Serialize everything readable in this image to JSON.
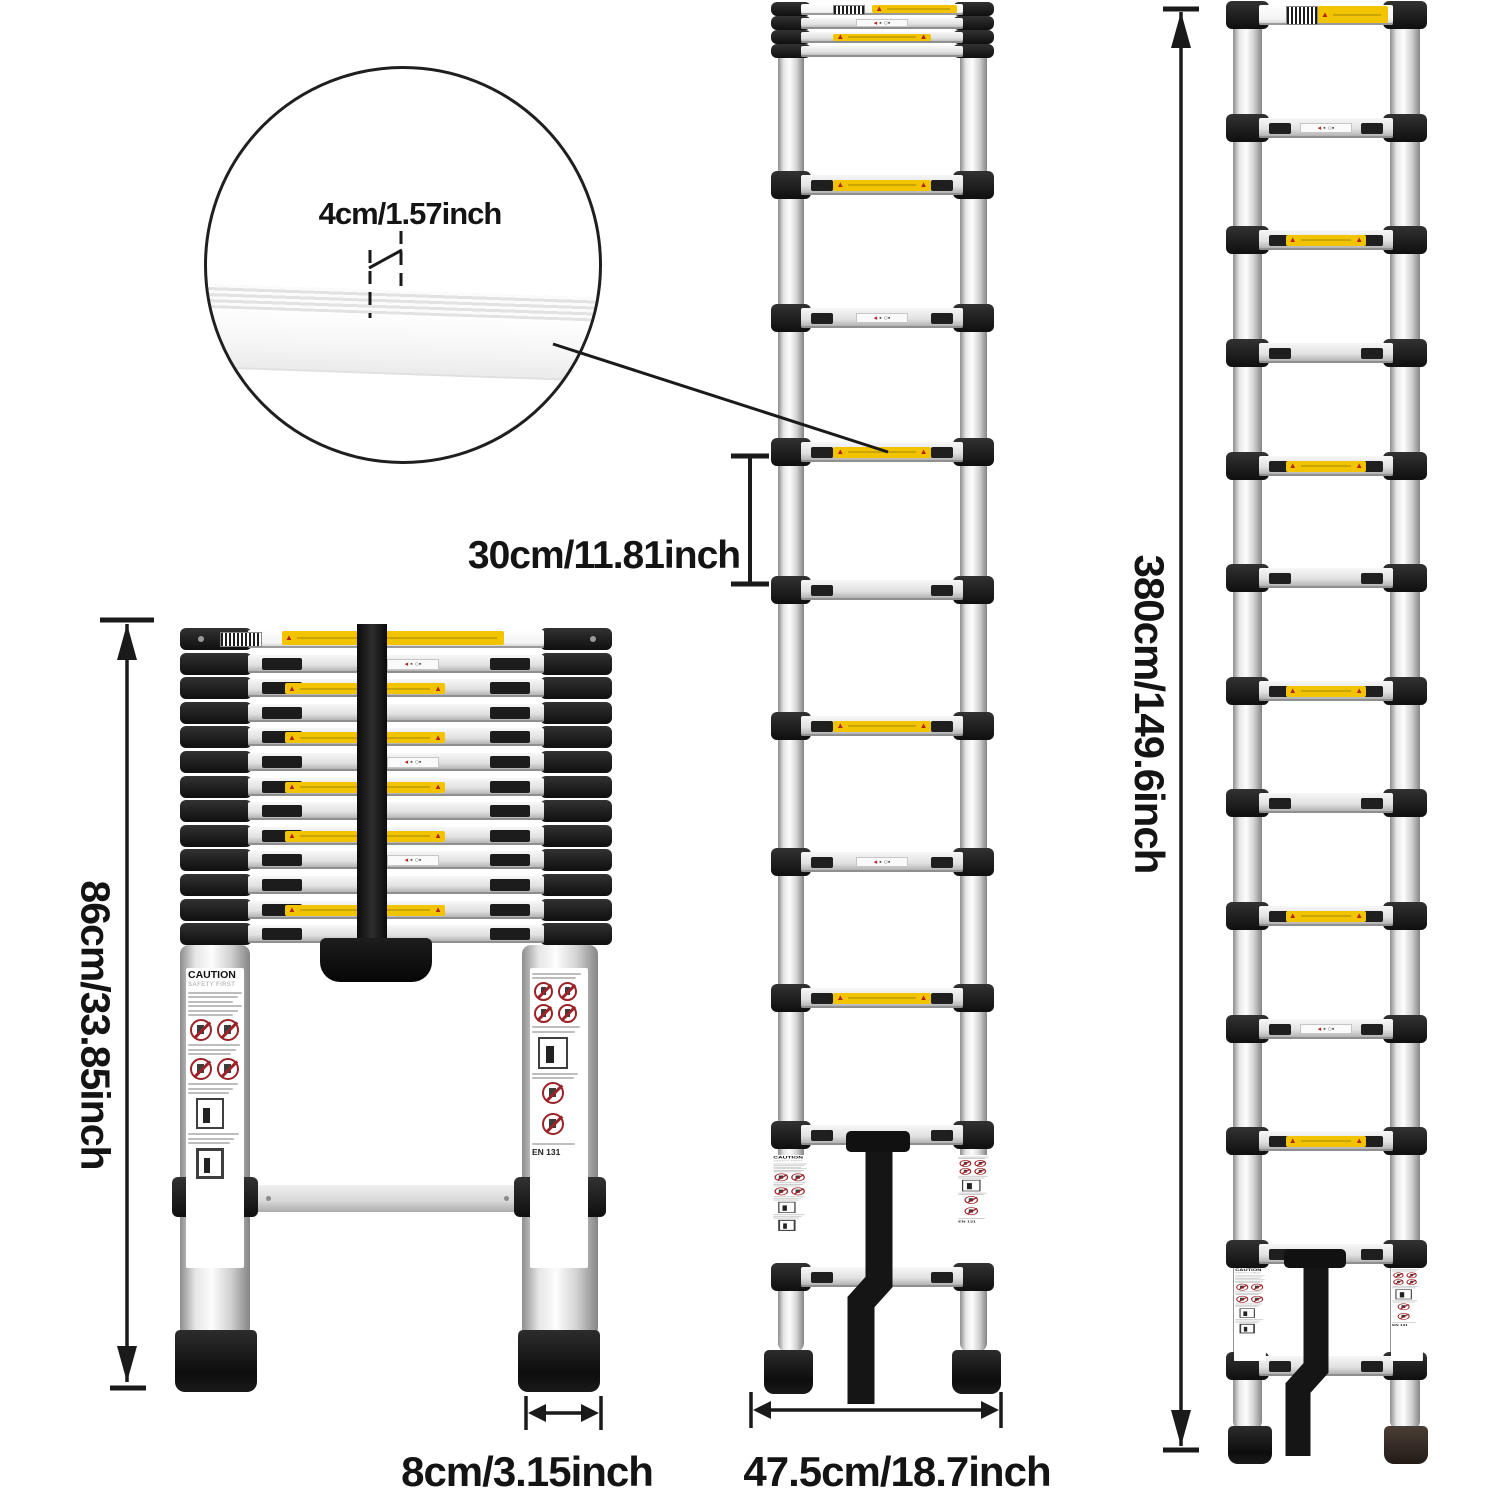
{
  "figure": {
    "annotations": {
      "rung_width": "4cm/1.57inch",
      "rung_spacing": "30cm/11.81inch",
      "extended_height": "380cm/149.6inch",
      "folded_height": "86cm/33.85inch",
      "foot_width": "8cm/3.15inch",
      "ladder_width": "47.5cm/18.7inch"
    },
    "labels": {
      "caution_title": "CAUTION",
      "caution_sub": "SAFETY FIRST",
      "standard": "EN 131"
    },
    "colors": {
      "dimension_line": "#1a1a1a",
      "warning_yellow": "#f2c400",
      "warning_red": "#b5231d",
      "prohibition_red": "#9b2226",
      "ladder_silver": "#e0e0e0",
      "cap_black": "#1c1c1c"
    }
  }
}
